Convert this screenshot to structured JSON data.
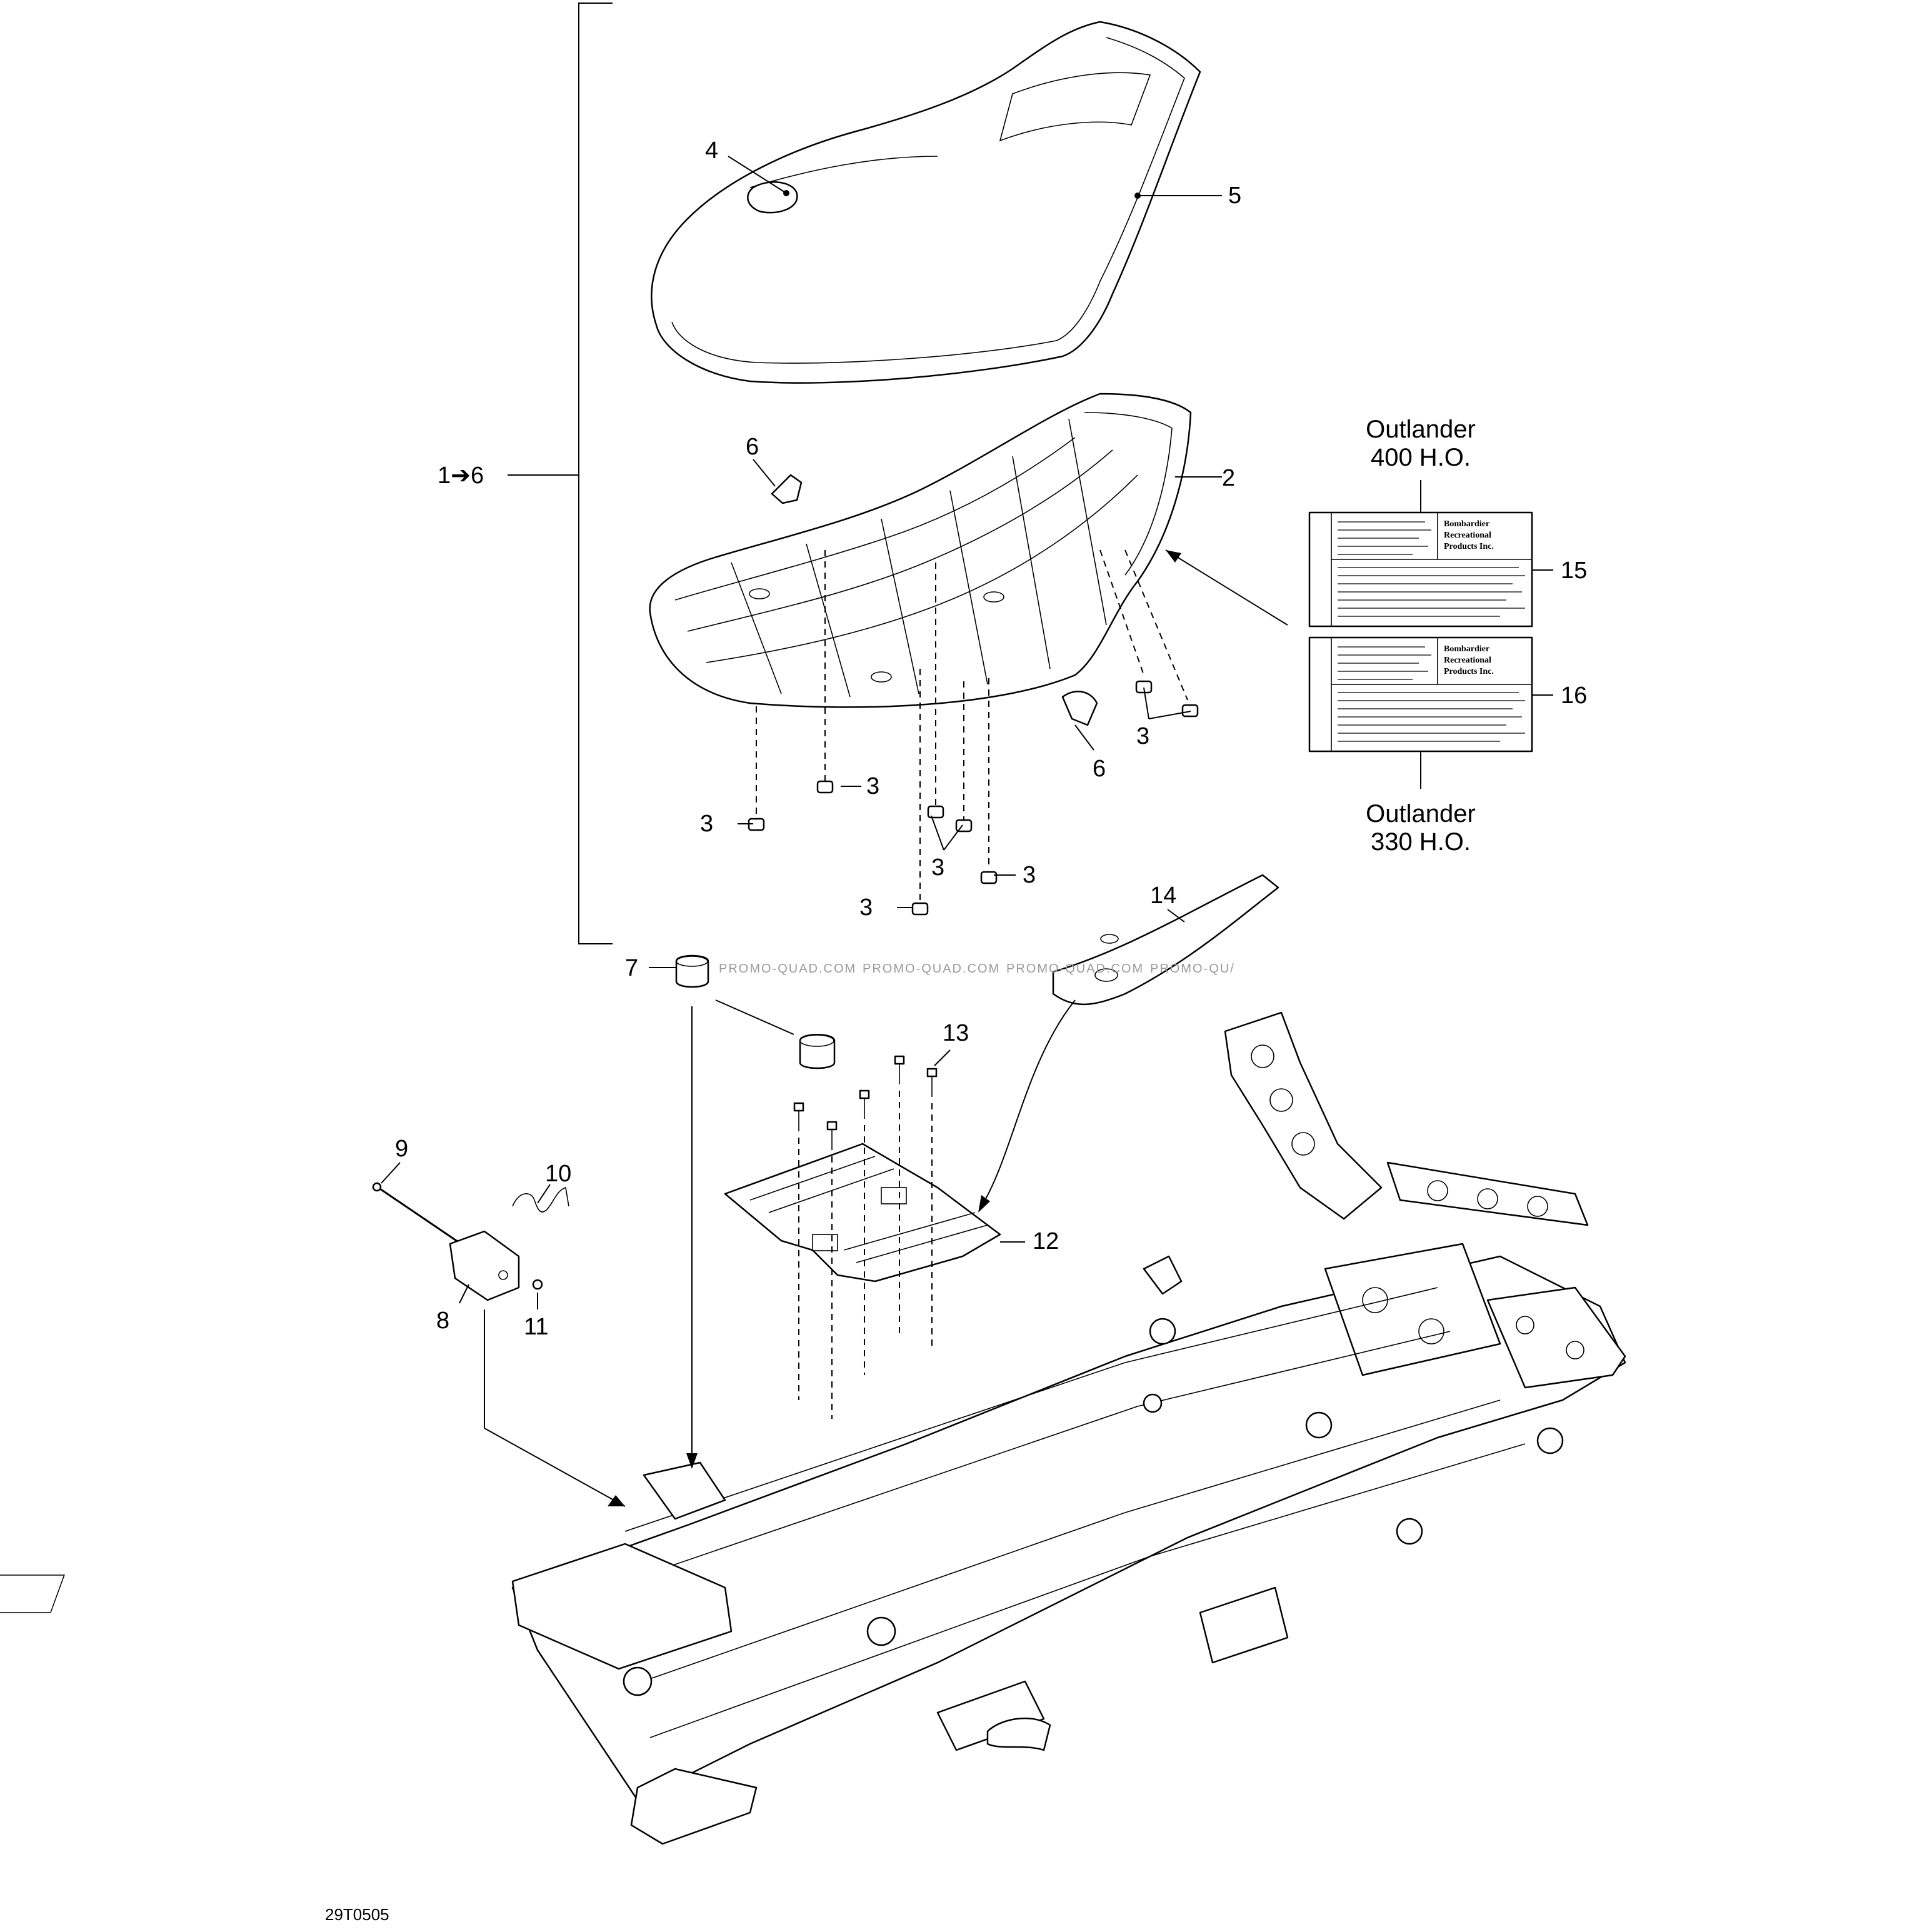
{
  "callouts": {
    "c_1_6": "1➔6",
    "c2": "2",
    "c3": "3",
    "c4": "4",
    "c5": "5",
    "c6": "6",
    "c7": "7",
    "c8": "8",
    "c9": "9",
    "c10": "10",
    "c11": "11",
    "c12": "12",
    "c13": "13",
    "c14": "14",
    "c15": "15",
    "c16": "16"
  },
  "models": {
    "top_line1": "Outlander",
    "top_line2": "400 H.O.",
    "bottom_line1": "Outlander",
    "bottom_line2": "330 H.O."
  },
  "labels": {
    "brand_line1": "Bombardier",
    "brand_line2": "Recreational",
    "brand_line3": "Products Inc."
  },
  "watermark": {
    "w1": "PROMO-QUAD.COM",
    "w2": "PROMO-QUAD.COM",
    "w3": "PROMO-QUAD.COM",
    "w4": "PROMO-QU/"
  },
  "diagram_code": "29T0505"
}
